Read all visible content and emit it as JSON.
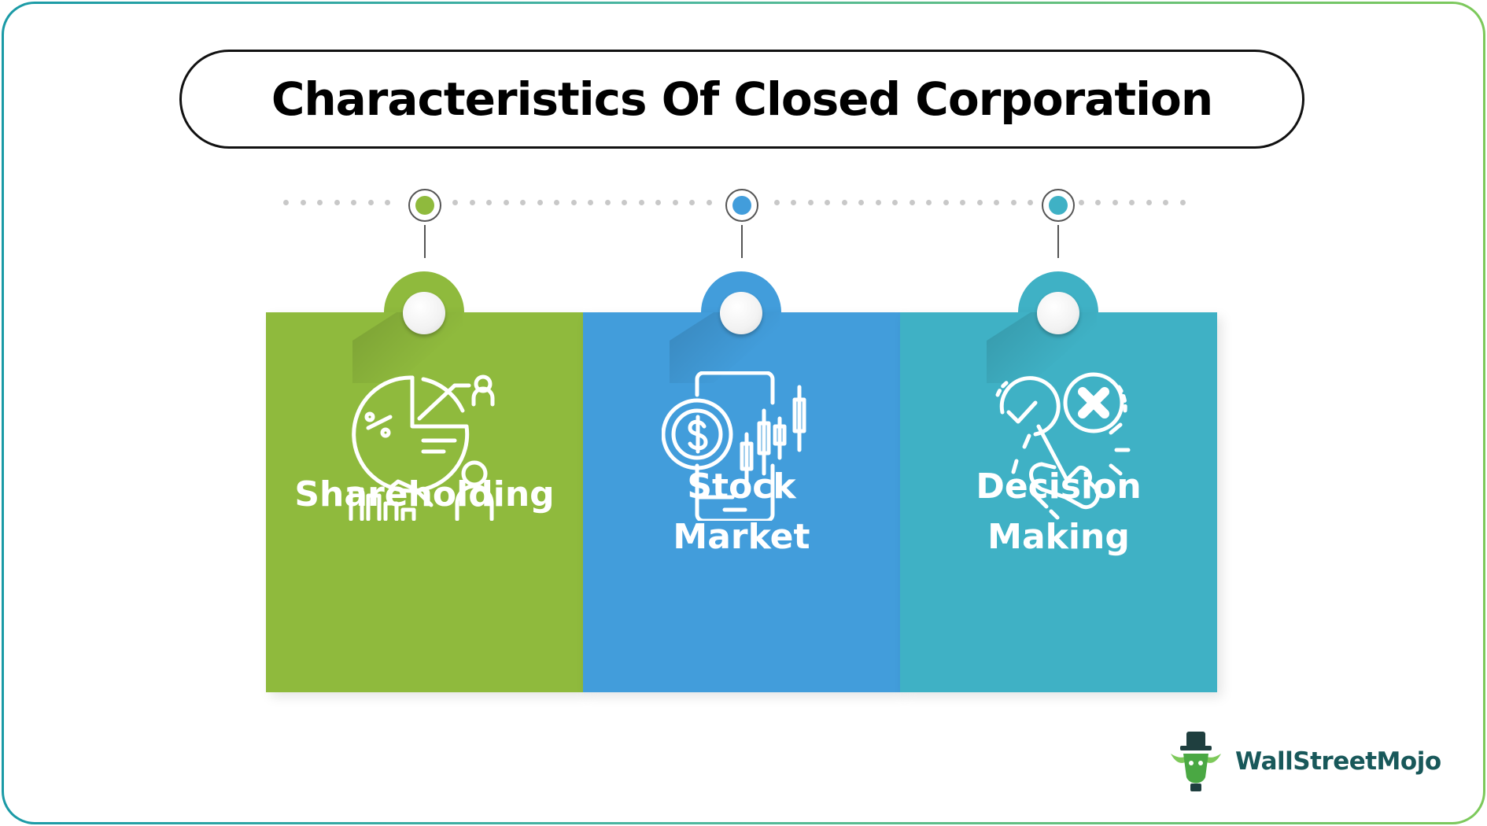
{
  "title": "Characteristics Of Closed Corporation",
  "colors": {
    "green": "#8fba3d",
    "blue": "#429ddb",
    "teal": "#3fb1c5",
    "brand_text": "#18585a"
  },
  "cards": [
    {
      "label_lines": [
        "Shareholding"
      ],
      "icon": "pie-chart-people-icon",
      "color": "#8fba3d"
    },
    {
      "label_lines": [
        "Stock",
        "Market"
      ],
      "icon": "phone-dollar-candlestick-icon",
      "color": "#429ddb"
    },
    {
      "label_lines": [
        "Decision",
        "Making"
      ],
      "icon": "check-cross-choice-icon",
      "color": "#3fb1c5"
    }
  ],
  "brand": {
    "name": "WallStreetMojo",
    "icon": "bull-mascot-icon"
  }
}
